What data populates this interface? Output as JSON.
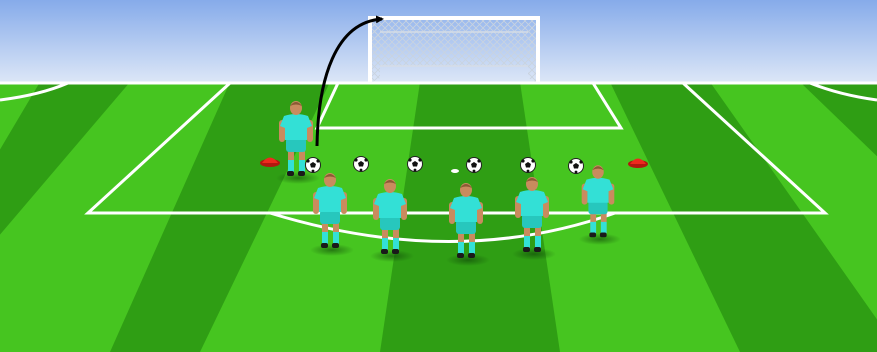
{
  "scene": {
    "type": "soccer-drill-diagram",
    "view": "penalty-area-perspective",
    "colors": {
      "sky_top": "#8fb2ec",
      "sky_bottom": "#dfe8f7",
      "grass_light": "#46c520",
      "grass_dark": "#2f9e14",
      "lines": "#ffffff",
      "player_shirt": "#33e0d6",
      "player_skin": "#c98b5e",
      "cone": "#e8251a",
      "arrow": "#000000"
    }
  },
  "goal": {
    "icon": "soccer-goal-net"
  },
  "players": [
    {
      "id": "shooter",
      "role": "shooting"
    },
    {
      "id": "p1",
      "role": "waiting"
    },
    {
      "id": "p2",
      "role": "waiting"
    },
    {
      "id": "p3",
      "role": "waiting"
    },
    {
      "id": "p4",
      "role": "waiting"
    },
    {
      "id": "p5",
      "role": "waiting"
    }
  ],
  "balls": {
    "count": 6
  },
  "cones": {
    "count": 2
  },
  "arrow": {
    "label": "shot-path",
    "style": "curved"
  }
}
